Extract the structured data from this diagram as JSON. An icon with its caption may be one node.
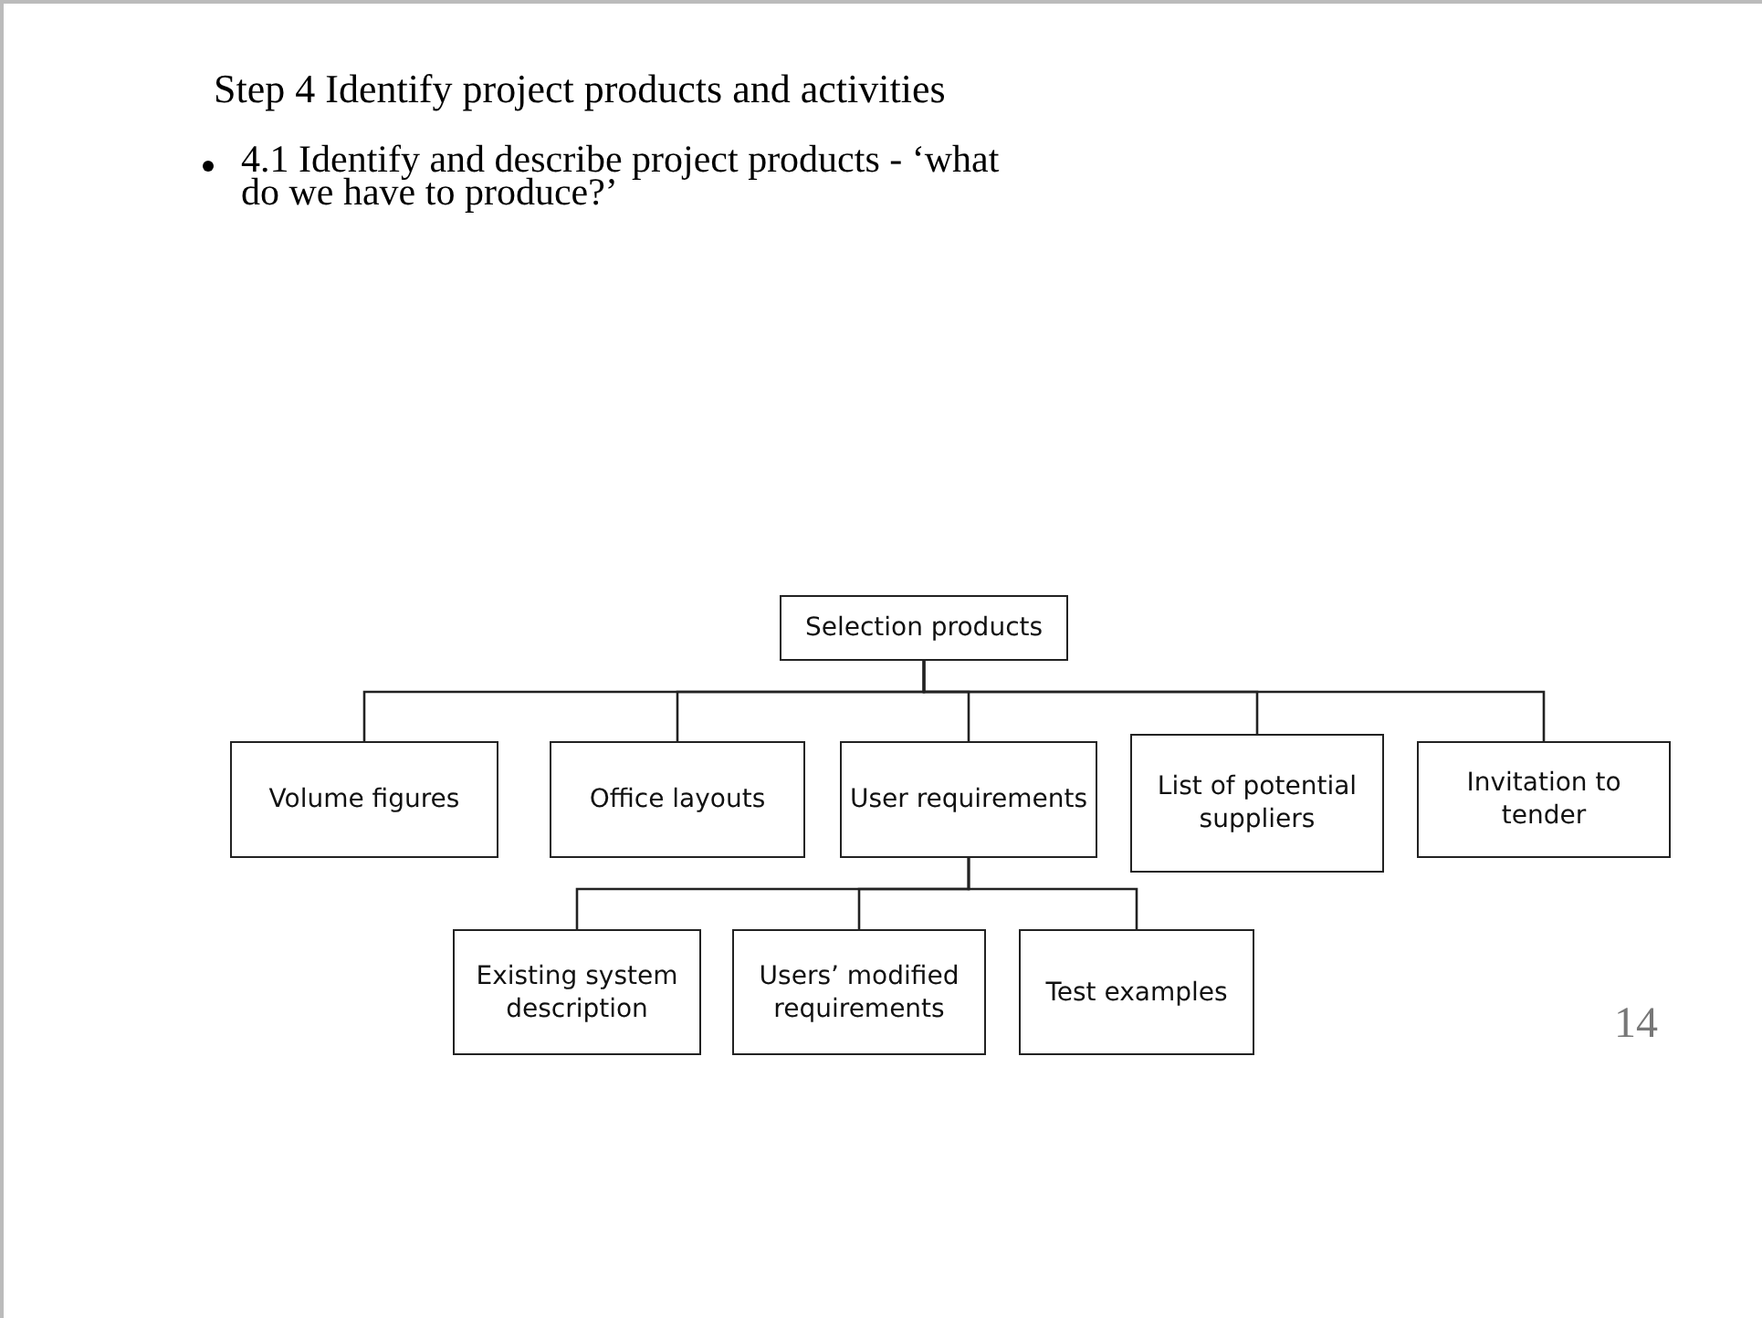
{
  "diagram": {
    "title": "Step 4 Identify project products and activities",
    "nodes": [
      {
        "text": [
          "Selection products"
        ]
      },
      {
        "text": [
          "Volume figures"
        ]
      },
      {
        "text": [
          "Office layouts"
        ]
      },
      {
        "text": [
          "User requirements"
        ]
      },
      {
        "text": [
          "List of potential suppliers"
        ]
      },
      {
        "text": [
          "Invitation to tender"
        ]
      },
      {
        "text": [
          "Existing system description"
        ]
      },
      {
        "text": [
          "Users’ modified requirements"
        ]
      },
      {
        "text": [
          "Test examples"
        ]
      }
    ],
    "edges": [
      {
        "from": 0,
        "to": 1,
        "arrow": "none"
      },
      {
        "from": 0,
        "to": 2,
        "arrow": "none"
      },
      {
        "from": 0,
        "to": 3,
        "arrow": "none"
      },
      {
        "from": 0,
        "to": 4,
        "arrow": "none"
      },
      {
        "from": 0,
        "to": 5,
        "arrow": "none"
      },
      {
        "from": 3,
        "to": 6,
        "arrow": "none"
      },
      {
        "from": 3,
        "to": 7,
        "arrow": "none"
      },
      {
        "from": 3,
        "to": 8,
        "arrow": "none"
      }
    ],
    "labels": [
      "4.1 Identify and describe project products - ‘what do we have to produce?’",
      "14"
    ]
  }
}
